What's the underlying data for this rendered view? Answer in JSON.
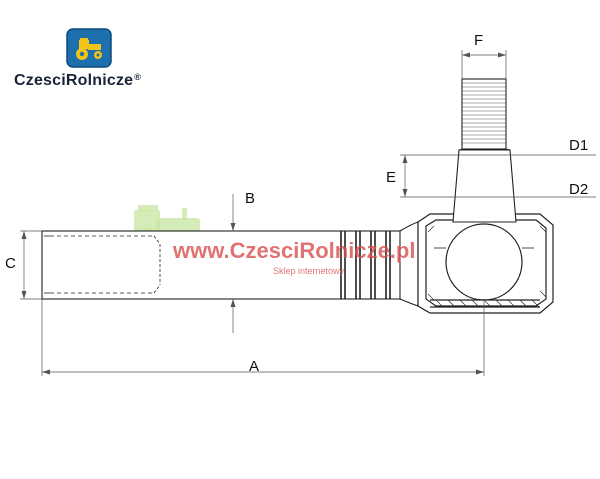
{
  "logo": {
    "text": "CzesciRolnicze",
    "reg_mark": "®",
    "badge_icon": "tractor-icon",
    "colors": {
      "badge_bg": "#1e6fae",
      "badge_tractor": "#f2c418",
      "text": "#1a2338"
    }
  },
  "watermark": {
    "url": "www.CzesciRolnicze.pl",
    "subtitle": "Sklep internetowy",
    "icon": "tractor-icon",
    "colors": {
      "url": "#d94a4a",
      "tractor": "#c8e6a0"
    }
  },
  "dimensions": {
    "a": "A",
    "b": "B",
    "c": "C",
    "d1": "D1",
    "d2": "D2",
    "e": "E",
    "f": "F"
  }
}
